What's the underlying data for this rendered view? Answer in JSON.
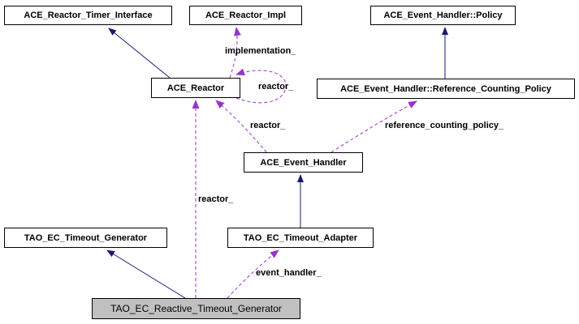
{
  "diagram": {
    "type": "class-collaboration-graph",
    "background_color": "#ffffff",
    "colors": {
      "inheritance_edge": "#191970",
      "usage_edge": "#9a32cd",
      "node_border": "#000000",
      "node_fill": "#ffffff",
      "highlighted_node_fill": "#c0c0c0",
      "text": "#000000"
    },
    "nodes": [
      {
        "id": "ace-reactor-timer-interface",
        "label": "ACE_Reactor_Timer_Interface",
        "highlighted": false
      },
      {
        "id": "ace-reactor-impl",
        "label": "ACE_Reactor_Impl",
        "highlighted": false
      },
      {
        "id": "ace-event-handler-policy",
        "label": "ACE_Event_Handler::Policy",
        "highlighted": false
      },
      {
        "id": "ace-reactor",
        "label": "ACE_Reactor",
        "highlighted": false
      },
      {
        "id": "ace-event-handler-reference-counting-policy",
        "label": "ACE_Event_Handler::Reference_Counting_Policy",
        "highlighted": false
      },
      {
        "id": "ace-event-handler",
        "label": "ACE_Event_Handler",
        "highlighted": false
      },
      {
        "id": "tao-ec-timeout-generator",
        "label": "TAO_EC_Timeout_Generator",
        "highlighted": false
      },
      {
        "id": "tao-ec-timeout-adapter",
        "label": "TAO_EC_Timeout_Adapter",
        "highlighted": false
      },
      {
        "id": "tao-ec-reactive-timeout-generator",
        "label": "TAO_EC_Reactive_Timeout_Generator",
        "highlighted": true
      }
    ],
    "edge_labels": [
      {
        "id": "implementation",
        "text": "implementation_"
      },
      {
        "id": "reactor-self-loop",
        "text": "reactor_"
      },
      {
        "id": "reactor-from-event-handler",
        "text": "reactor_"
      },
      {
        "id": "reference-counting-policy",
        "text": "reference_counting_policy_"
      },
      {
        "id": "reactor-from-reactive-timeout-generator",
        "text": "reactor_"
      },
      {
        "id": "event-handler",
        "text": "event_handler_"
      }
    ]
  }
}
